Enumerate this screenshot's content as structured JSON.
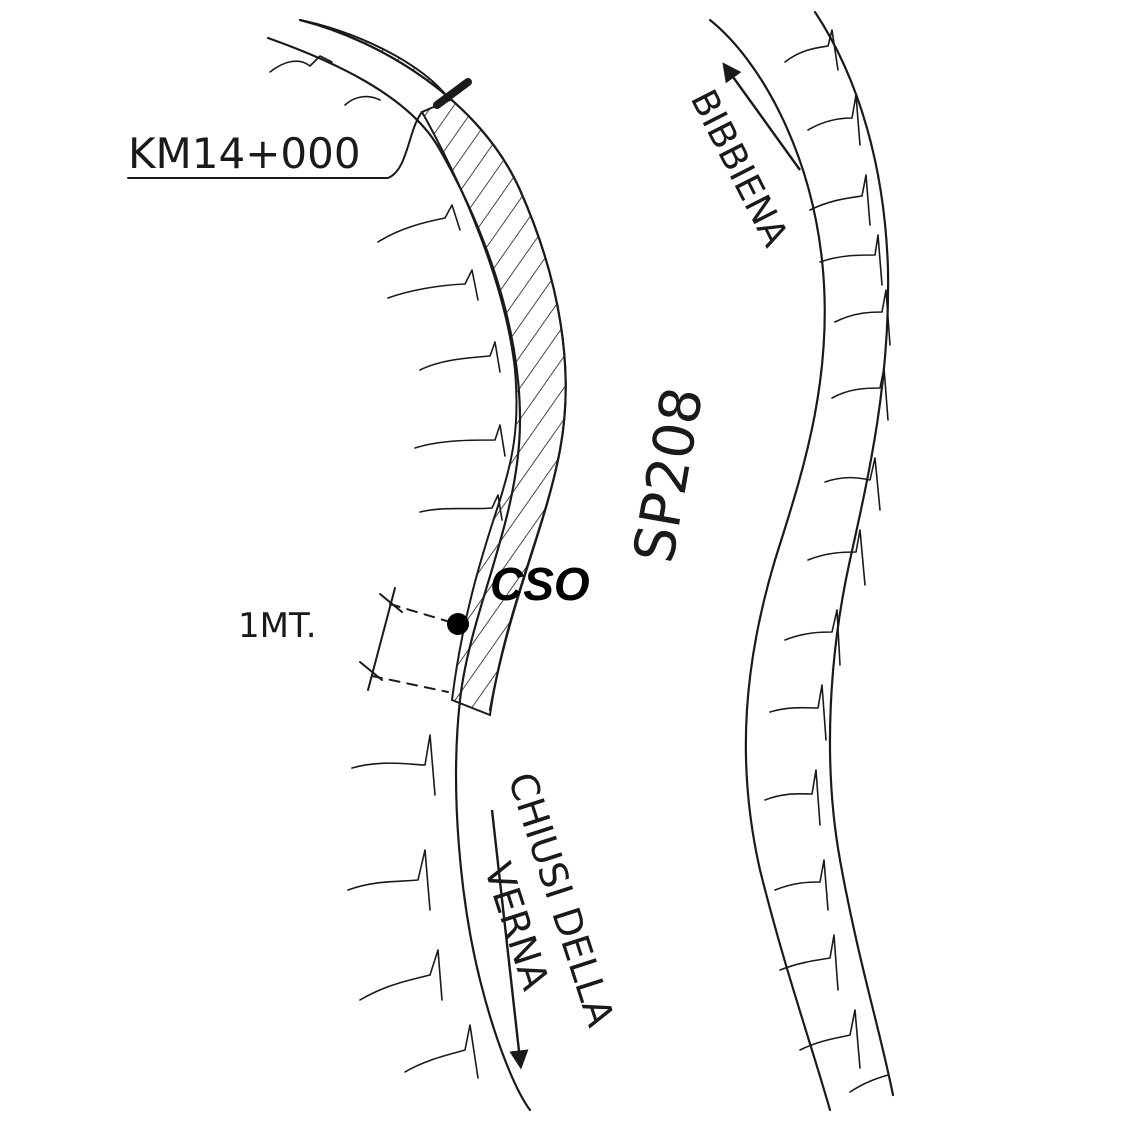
{
  "labels": {
    "km": "KM14+000",
    "bibbiena": "BIBBIENA",
    "road": "SP208",
    "point": "CSO",
    "distance": "1MT.",
    "chiusi_line1": "CHIUSI DELLA",
    "chiusi_line2": "VERNA"
  },
  "colors": {
    "ink": "#1a1a1a",
    "background": "#ffffff"
  },
  "icons": {
    "arrow_up": "arrow-up-icon",
    "arrow_down": "arrow-down-icon",
    "point_marker": "point-marker-icon"
  }
}
